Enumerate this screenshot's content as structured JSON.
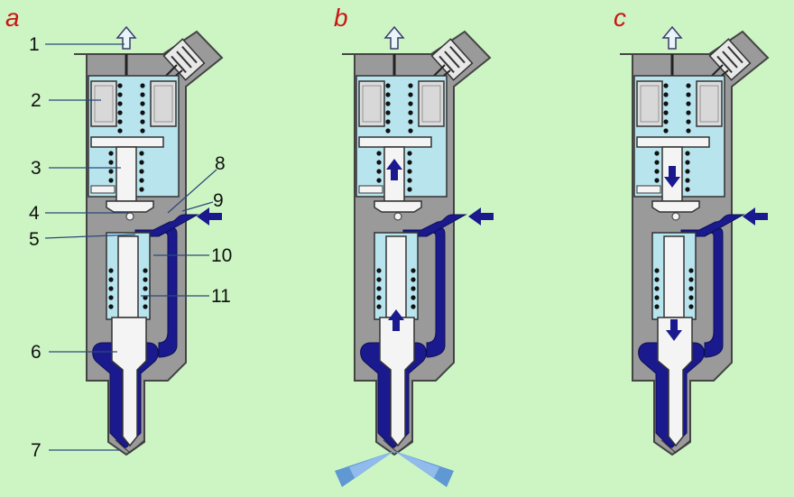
{
  "panels": [
    {
      "letter": "a",
      "state": "closed"
    },
    {
      "letter": "b",
      "state": "injecting"
    },
    {
      "letter": "c",
      "state": "closing"
    }
  ],
  "callouts": [
    "1",
    "2",
    "3",
    "4",
    "5",
    "6",
    "7",
    "8",
    "9",
    "10",
    "11"
  ],
  "colors": {
    "background": "#cdf5c4",
    "body": "#9a9a9a",
    "body_outline": "#444444",
    "chamber": "#b8e4ee",
    "fuel": "#1a1a8e",
    "part": "#f4f4f4",
    "coil": "#dcdcdc",
    "spray": "#3a78d8",
    "letter": "#cc1414"
  },
  "icons": [
    "leak-off-arrow-icon",
    "fuel-inlet-arrow-icon",
    "movement-arrow-icon",
    "solenoid-connector-icon",
    "fuel-spray-icon"
  ]
}
